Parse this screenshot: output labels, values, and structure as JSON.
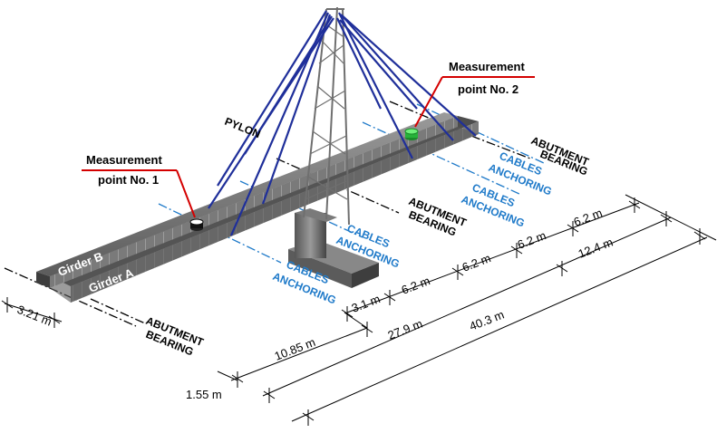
{
  "labels": {
    "measurement_1_line1": "Measurement",
    "measurement_1_line2": "point No. 1",
    "measurement_2_line1": "Measurement",
    "measurement_2_line2": "point No. 2",
    "pylon": "PYLON",
    "girder_a": "Girder A",
    "girder_b": "Girder B",
    "abutment_1": "ABUTMENT",
    "bearing_1": "BEARING",
    "abutment_2": "ABUTMENT",
    "bearing_2": "BEARING",
    "abutment_3": "ABUTMENT",
    "bearing_3": "BEARING",
    "cables_1": "CABLES",
    "anchoring_1": "ANCHORING",
    "cables_2": "CABLES",
    "anchoring_2": "ANCHORING",
    "cables_3": "CABLES",
    "anchoring_3": "ANCHORING",
    "cables_4": "CABLES",
    "anchoring_4": "ANCHORING"
  },
  "dimensions": {
    "width": "3.21 m",
    "offset": "1.55 m",
    "d1": "10.85 m",
    "d2": "3.1 m",
    "d3": "6.2 m",
    "d4": "6.2 m",
    "d5": "6.2 m",
    "d6": "6.2 m",
    "mid_left": "27.9 m",
    "mid_right": "12.4 m",
    "total": "40.3 m"
  },
  "colors": {
    "cable": "#1f2f9a",
    "annotation_blue": "#1f7ac9",
    "leader_red": "#d40000",
    "steel": "#8a8a8a",
    "deck": "#6e6e6e",
    "sensor_green": "#2ecc40"
  }
}
